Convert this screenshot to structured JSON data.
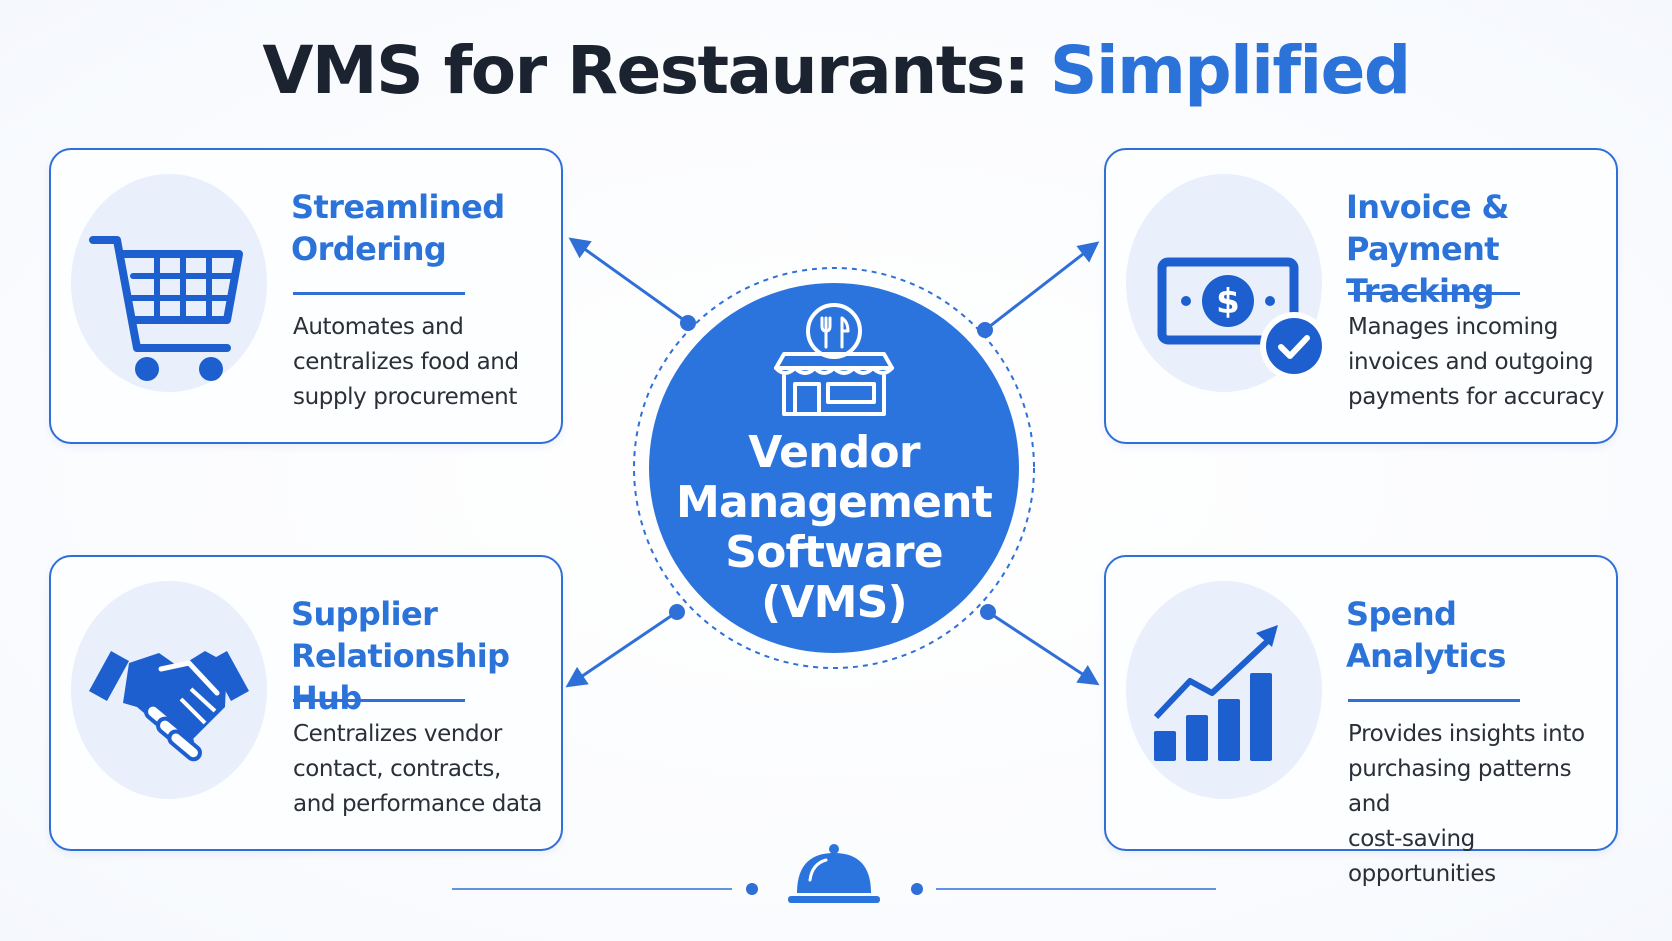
{
  "title": {
    "main": "VMS for Restaurants: ",
    "accent": "Simplified"
  },
  "center": {
    "label": "Vendor\nManagement\nSoftware\n(VMS)",
    "icon": "restaurant-storefront-icon"
  },
  "cards": [
    {
      "id": "streamlined-ordering",
      "heading": "Streamlined\nOrdering",
      "description": "Automates and\ncentralizes food and\nsupply procurement",
      "icon": "shopping-cart-icon"
    },
    {
      "id": "invoice-payment-tracking",
      "heading": "Invoice &\nPayment Tracking",
      "description": "Manages incoming\ninvoices and outgoing\npayments for accuracy",
      "icon": "banknote-check-icon"
    },
    {
      "id": "supplier-relationship-hub",
      "heading": "Supplier\nRelationship Hub",
      "description": "Centralizes vendor\ncontact, contracts,\nand performance data",
      "icon": "handshake-icon"
    },
    {
      "id": "spend-analytics",
      "heading": "Spend\nAnalytics",
      "description": "Provides insights into\npurchasing patterns and\ncost-saving opportunities",
      "icon": "bar-chart-growth-icon"
    }
  ],
  "footer": {
    "icon": "service-bell-icon"
  },
  "colors": {
    "accent": "#2b72d9",
    "primary_blue": "#2f6fd8",
    "icon_blue": "#1d5fcf",
    "title_dark": "#1b2230",
    "icon_circle_bg": "#e9f0fb"
  }
}
